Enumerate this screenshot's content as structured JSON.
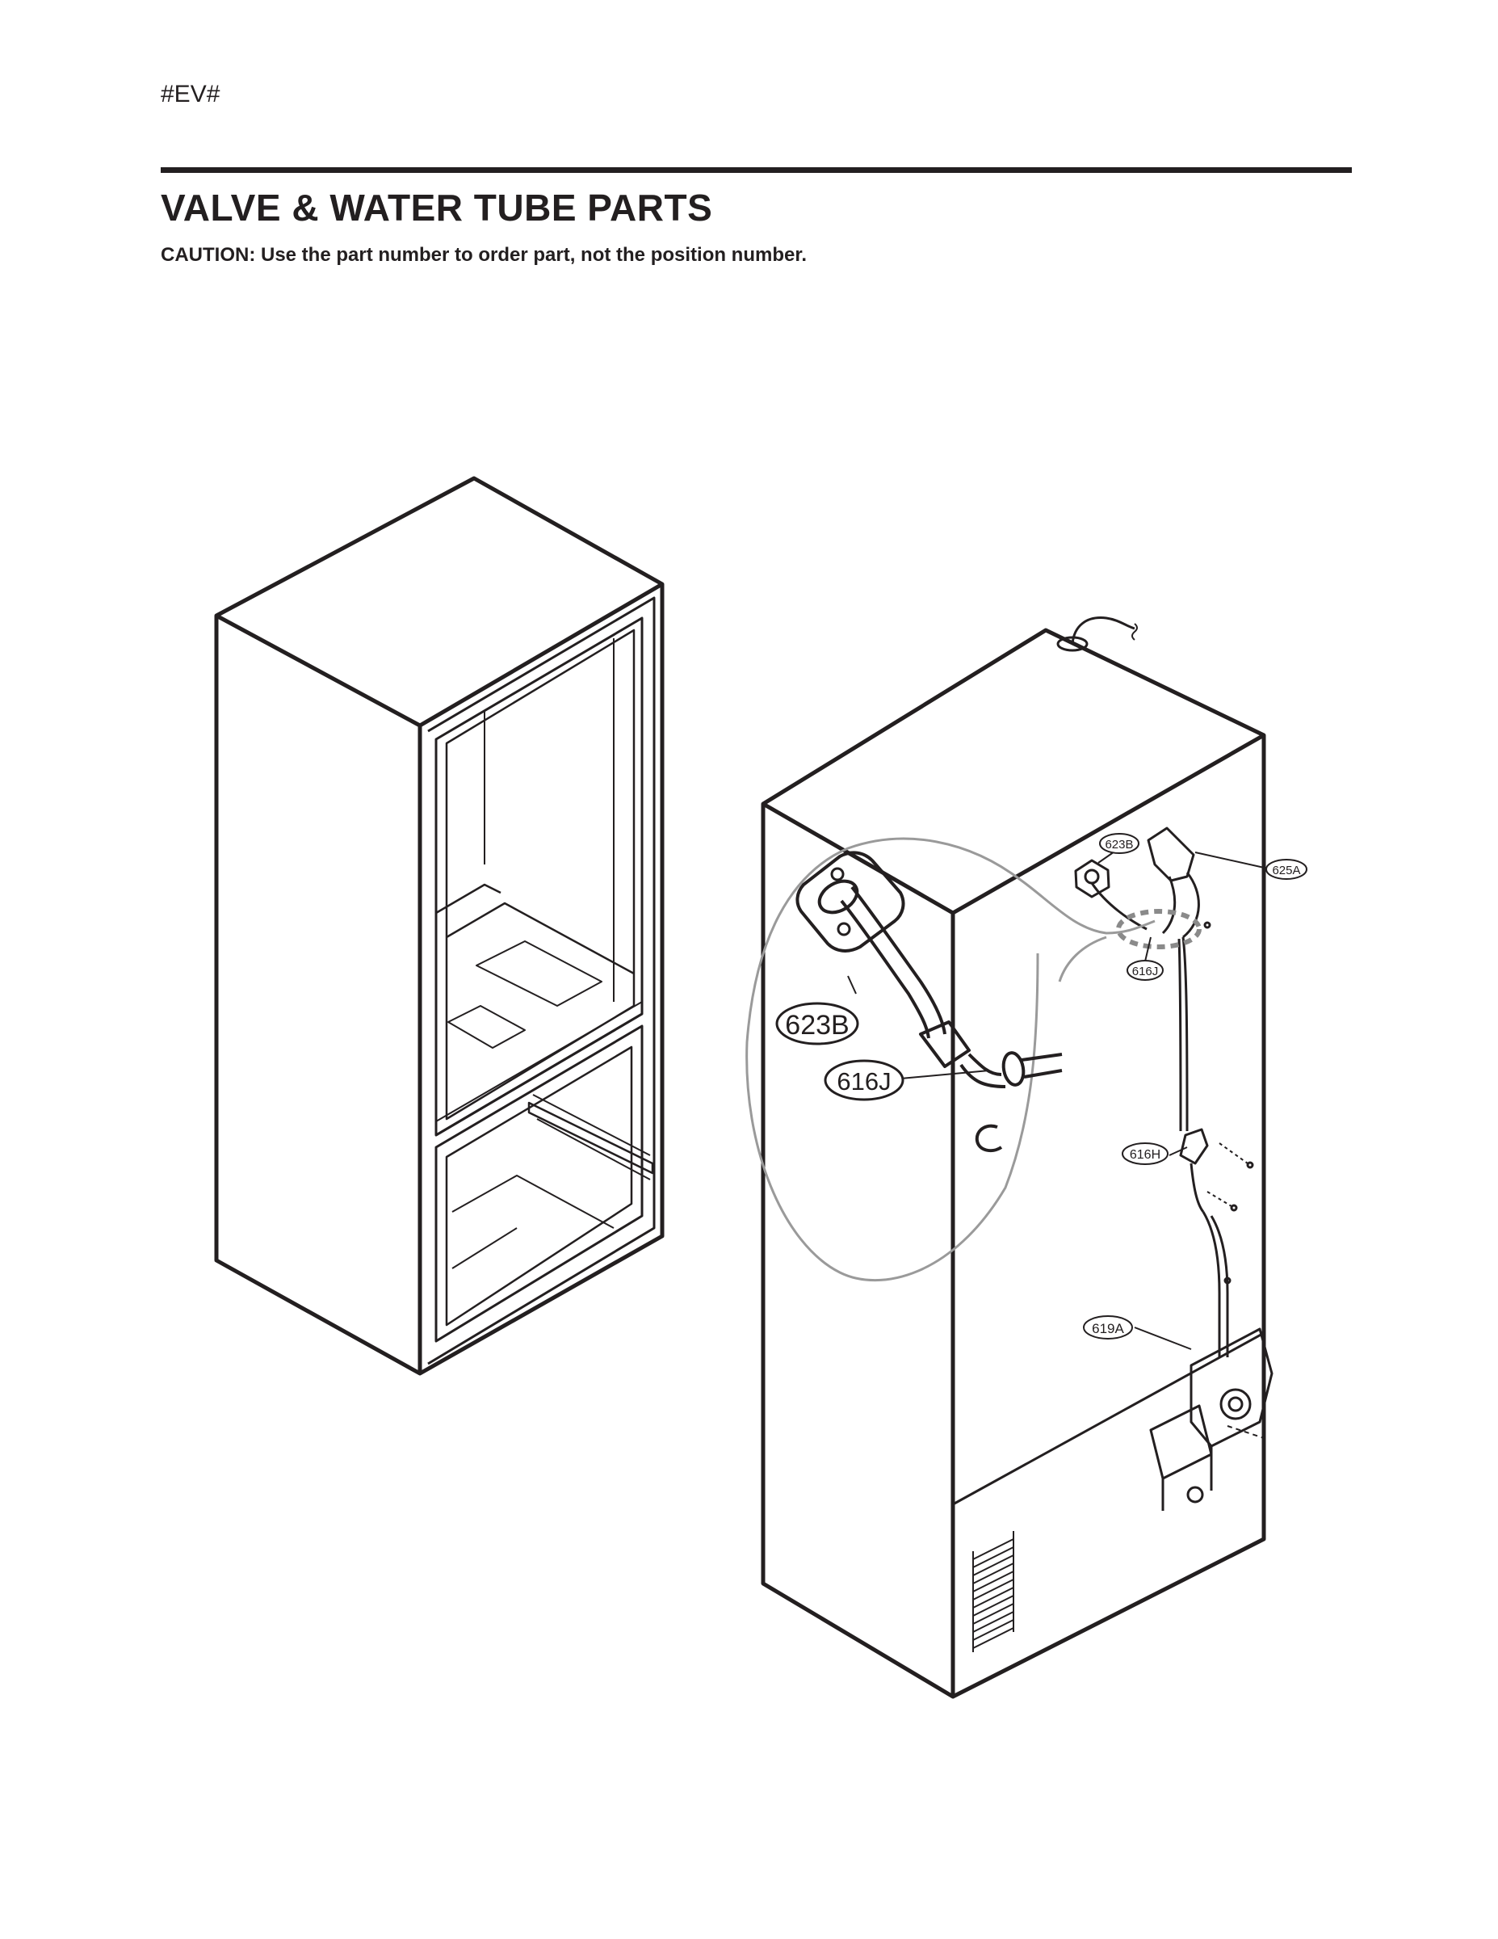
{
  "header": {
    "page_code": "#EV#",
    "title": "VALVE & WATER TUBE PARTS",
    "caution": "CAUTION: Use the part number to order part, not the position number."
  },
  "callouts": {
    "p623B_small": "623B",
    "p625A": "625A",
    "p616J_small": "616J",
    "p616H": "616H",
    "p619A": "619A",
    "p623B_large": "623B",
    "p616J_large": "616J"
  }
}
